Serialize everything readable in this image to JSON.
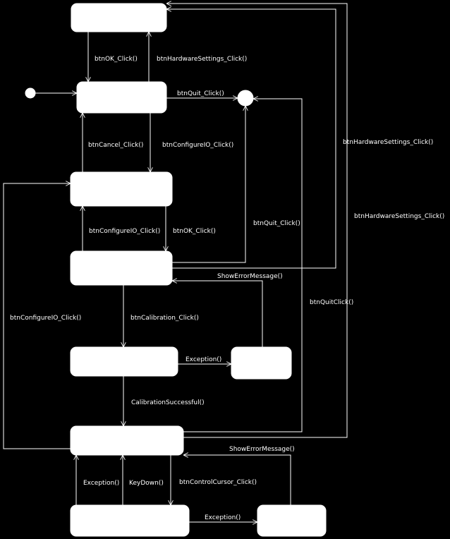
{
  "diagram": {
    "type": "uml-state-machine",
    "colors": {
      "background": "#000000",
      "foreground": "#ffffff"
    },
    "edge_labels": {
      "ok_to_hw_return": "btnOK_Click()",
      "hw_settings_top": "btnHardwareSettings_Click()",
      "quit_main": "btnQuit_Click()",
      "cancel": "btnCancel_Click()",
      "configure_io_main": "btnConfigureIO_Click()",
      "hw_settings_right_1": "btnHardwareSettings_Click()",
      "hw_settings_right_2": "btnHardwareSettings_Click()",
      "configure_io_mid": "btnConfigureIO_Click()",
      "ok_mid": "btnOK_Click()",
      "quit_mid": "btnQuit_Click()",
      "show_error_1": "ShowErrorMessage()",
      "quit_click_long": "btnQuitClick()",
      "configure_io_left": "btnConfigureIO_Click()",
      "calibration": "btnCalibration_Click()",
      "exception_1": "Exception()",
      "calibration_successful": "CalibrationSuccessful()",
      "show_error_2": "ShowErrorMessage()",
      "exception_2": "Exception()",
      "keydown": "KeyDown()",
      "control_cursor": "btnControlCursor_Click()",
      "exception_3": "Exception()"
    }
  }
}
